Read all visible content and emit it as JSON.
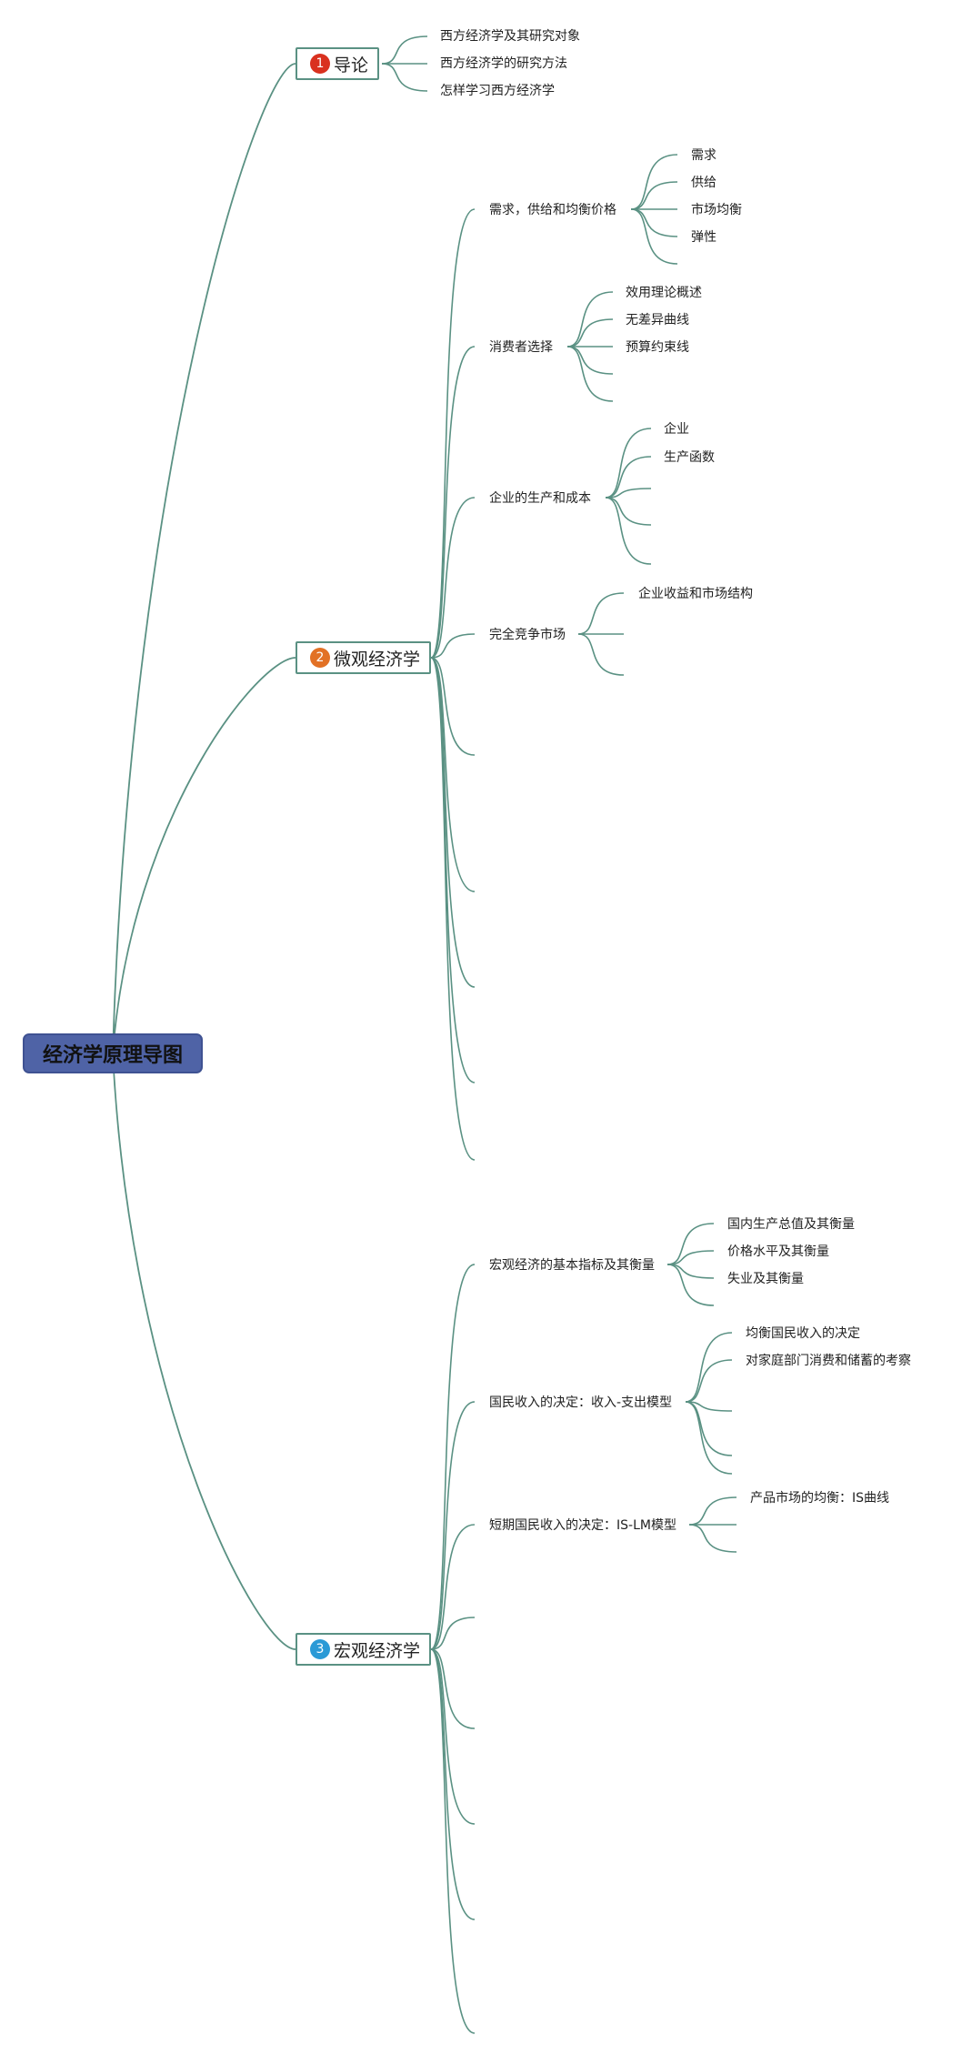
{
  "title": "经济学原理导图",
  "colors": {
    "line": "#5a9183",
    "root_bg": "#4f63a6",
    "badge1": "#d9311f",
    "badge2": "#e27125",
    "badge3": "#2b9ad6"
  },
  "branches": [
    {
      "num": "1",
      "label": "导论",
      "items": [
        "西方经济学及其研究对象",
        "西方经济学的研究方法",
        "怎样学习西方经济学"
      ]
    },
    {
      "num": "2",
      "label": "微观经济学",
      "topics": [
        {
          "label": "需求，供给和均衡价格",
          "subs": [
            "需求",
            "供给",
            "市场均衡",
            "弹性"
          ]
        },
        {
          "label": "消费者选择",
          "subs": [
            "效用理论概述",
            "无差异曲线",
            "预算约束线"
          ]
        },
        {
          "label": "企业的生产和成本",
          "subs": [
            "企业",
            "生产函数"
          ]
        },
        {
          "label": "完全竞争市场",
          "subs": [
            "企业收益和市场结构"
          ]
        }
      ]
    },
    {
      "num": "3",
      "label": "宏观经济学",
      "topics": [
        {
          "label": "宏观经济的基本指标及其衡量",
          "subs": [
            "国内生产总值及其衡量",
            "价格水平及其衡量",
            "失业及其衡量"
          ]
        },
        {
          "label": "国民收入的决定：收入-支出模型",
          "subs": [
            "均衡国民收入的决定",
            "对家庭部门消费和储蓄的考察"
          ]
        },
        {
          "label": "短期国民收入的决定：IS-LM模型",
          "subs": [
            "产品市场的均衡：IS曲线"
          ]
        }
      ]
    }
  ]
}
